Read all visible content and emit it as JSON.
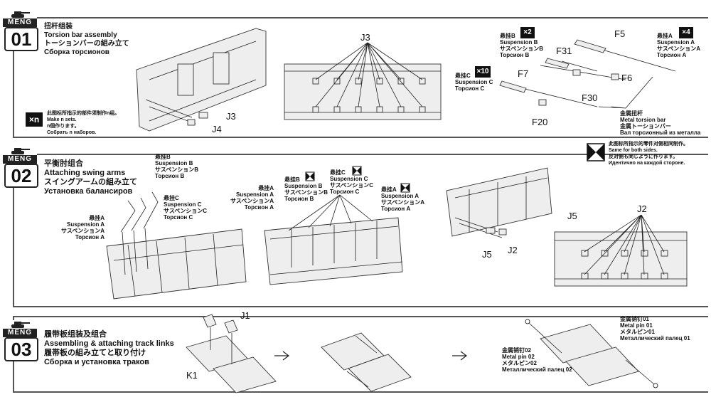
{
  "steps": [
    {
      "number": "01",
      "logo": "MENG",
      "title_cn": "扭杆组装",
      "title_en": "Torsion bar assembly",
      "title_jp": "トーションバーの組み立て",
      "title_ru": "Сборка торсионов",
      "labels": {
        "j3_left": "J3",
        "j4": "J4",
        "j3_top": "J3",
        "f5": "F5",
        "f31": "F31",
        "f6": "F6",
        "f7": "F7",
        "f30": "F30",
        "f20": "F20"
      },
      "susp_b": {
        "cn": "悬挂B",
        "en": "Suspension B",
        "jp": "サスペンションB",
        "ru": "Торсион B",
        "qty": "×2"
      },
      "susp_a": {
        "cn": "悬挂A",
        "en": "Suspension A",
        "jp": "サスペンションA",
        "ru": "Торсион A",
        "qty": "×4"
      },
      "susp_c": {
        "cn": "悬挂C",
        "en": "Suspension C",
        "jp": "サスペンションC",
        "ru": "Торсион C",
        "qty": "×10"
      },
      "metal_bar": {
        "cn": "金属扭杆",
        "en": "Metal torsion bar",
        "jp": "金属トーションバー",
        "ru": "Вал торсионный из металла"
      },
      "xn_note": {
        "badge": "×n",
        "cn": "此图标所指示的部件须制作n组。",
        "en": "Make n sets.",
        "jp": "n個作ります。",
        "ru": "Собрать n наборов."
      }
    },
    {
      "number": "02",
      "logo": "MENG",
      "title_cn": "平衡肘组合",
      "title_en": "Attaching swing arms",
      "title_jp": "スイングアームの組み立て",
      "title_ru": "Установка балансиров",
      "labels": {
        "j5_a": "J5",
        "j2_a": "J2",
        "j5_b": "J5",
        "j2_b": "J2"
      },
      "susp_b_left": {
        "cn": "悬挂B",
        "en": "Suspension B",
        "jp": "サスペンションB",
        "ru": "Торсион B"
      },
      "susp_c_left": {
        "cn": "悬挂C",
        "en": "Suspension C",
        "jp": "サスペンションC",
        "ru": "Торсион C"
      },
      "susp_a_left": {
        "cn": "悬挂A",
        "en": "Suspension A",
        "jp": "サスペンションA",
        "ru": "Торсион A"
      },
      "susp_a_mid": {
        "cn": "悬挂A",
        "en": "Suspension A",
        "jp": "サスペンションA",
        "ru": "Торсион A"
      },
      "susp_b_mid": {
        "cn": "悬挂B",
        "en": "Suspension B",
        "jp": "サスペンションB",
        "ru": "Торсион B"
      },
      "susp_c_mid": {
        "cn": "悬挂C",
        "en": "Suspension C",
        "jp": "サスペンションC",
        "ru": "Торсион C"
      },
      "susp_a_right": {
        "cn": "悬挂A",
        "en": "Suspension A",
        "jp": "サスペンションA",
        "ru": "Торсион A"
      },
      "both_sides": {
        "cn": "此图标所指示的零件对侧相同制作。",
        "en": "Same for both sides.",
        "jp": "反対側も同じように作ります。",
        "ru": "Идентично на каждой стороне."
      }
    },
    {
      "number": "03",
      "logo": "MENG",
      "title_cn": "履带板组装及组合",
      "title_en": "Assembling & attaching track links",
      "title_jp": "履帯板の組み立てと取り付け",
      "title_ru": "Сборка и установка траков",
      "labels": {
        "j1": "J1",
        "k1": "K1"
      },
      "pin02": {
        "cn": "金属销钉02",
        "en": "Metal pin 02",
        "jp": "メタルピン02",
        "ru": "Металлический палец 02"
      },
      "pin01": {
        "cn": "金属销钉01",
        "en": "Metal pin 01",
        "jp": "メタルピン01",
        "ru": "Металлический палец 01"
      }
    }
  ]
}
